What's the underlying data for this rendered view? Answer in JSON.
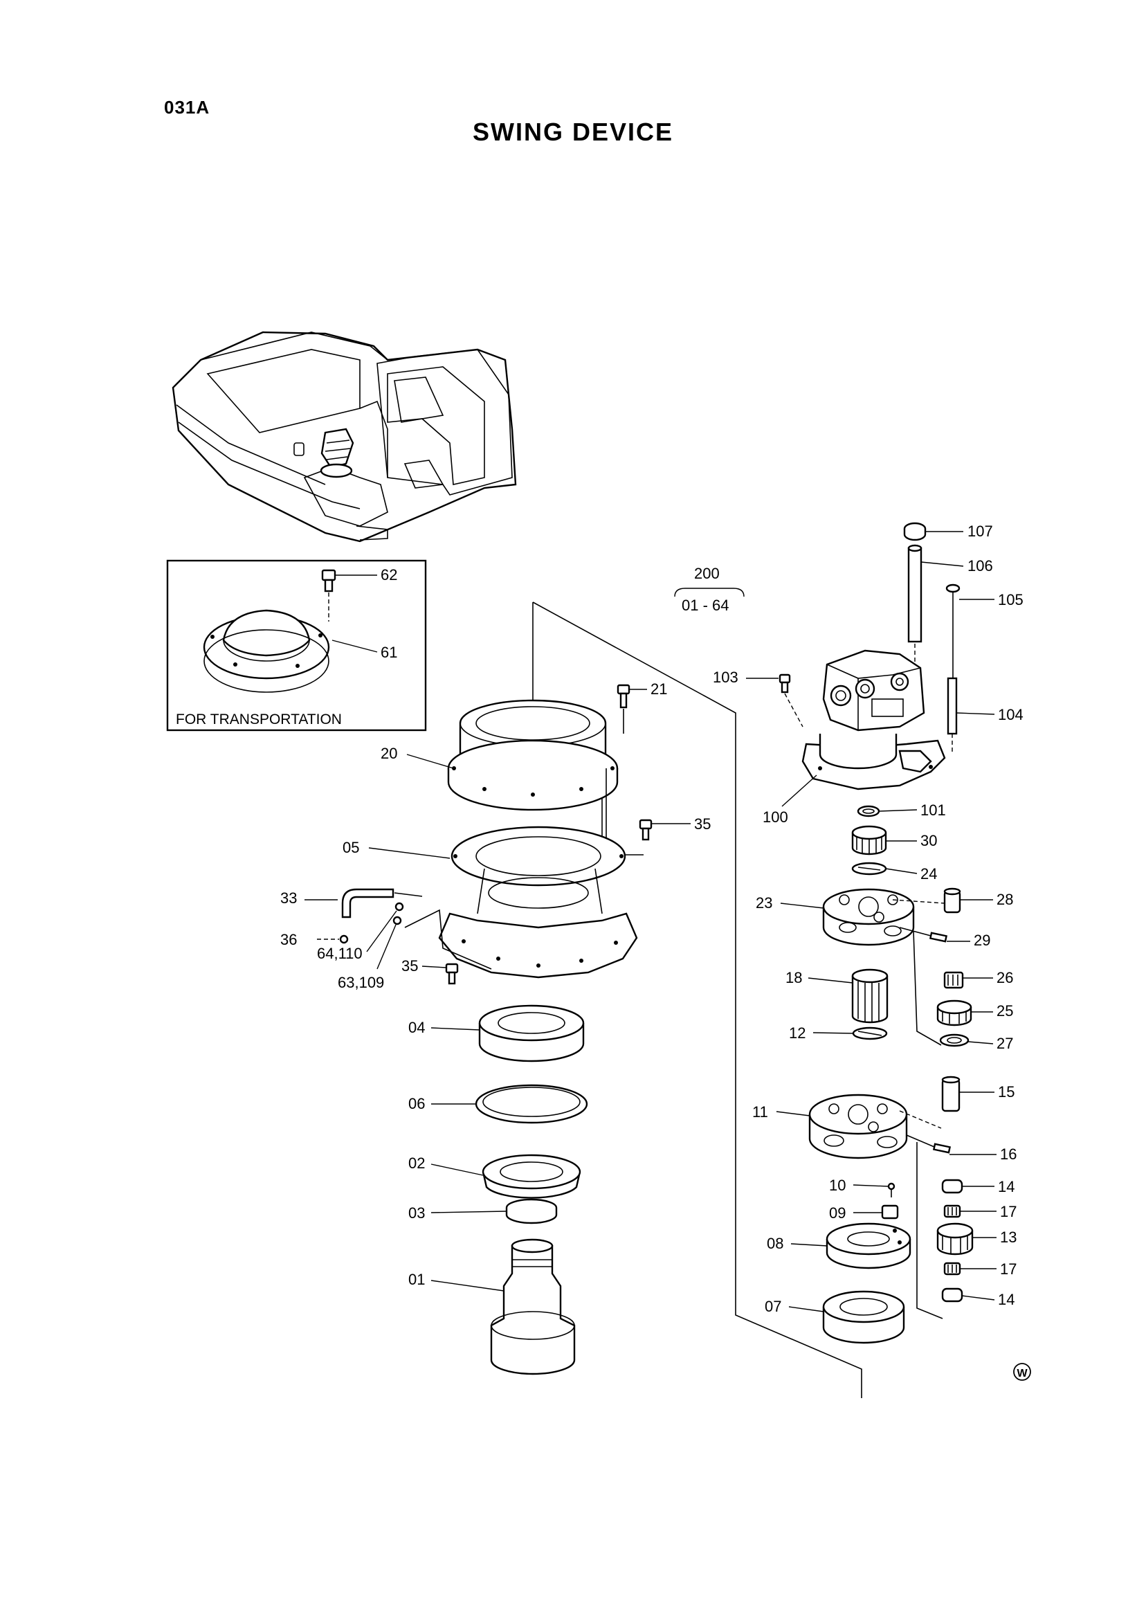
{
  "page_code": "031A",
  "title": "SWING DEVICE",
  "inset_caption": "FOR TRANSPORTATION",
  "assembly": {
    "number": "200",
    "range": "01 - 64"
  },
  "watermark": "W",
  "callouts": {
    "c107": "107",
    "c106": "106",
    "c105": "105",
    "c104": "104",
    "c103": "103",
    "c101": "101",
    "c100": "100",
    "c62": "62",
    "c61": "61",
    "c21": "21",
    "c20": "20",
    "c35a": "35",
    "c05": "05",
    "c33": "33",
    "c36": "36",
    "c64": "64,110",
    "c63": "63,109",
    "c35b": "35",
    "c04": "04",
    "c06": "06",
    "c02": "02",
    "c03": "03",
    "c01": "01",
    "c30": "30",
    "c24": "24",
    "c23": "23",
    "c28": "28",
    "c29": "29",
    "c18": "18",
    "c26": "26",
    "c25": "25",
    "c12": "12",
    "c27": "27",
    "c11": "11",
    "c15": "15",
    "c16": "16",
    "c10": "10",
    "c14a": "14",
    "c09": "09",
    "c17a": "17",
    "c13": "13",
    "c08": "08",
    "c17b": "17",
    "c07": "07",
    "c14b": "14"
  }
}
